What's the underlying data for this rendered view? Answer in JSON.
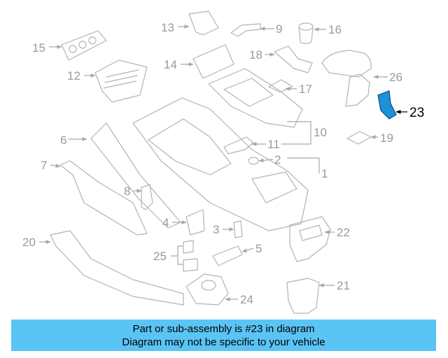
{
  "callouts": {
    "c1": "1",
    "c2": "2",
    "c3": "3",
    "c4": "4",
    "c5": "5",
    "c6": "6",
    "c7": "7",
    "c8": "8",
    "c9": "9",
    "c10": "10",
    "c11": "11",
    "c12": "12",
    "c13": "13",
    "c14": "14",
    "c15": "15",
    "c16": "16",
    "c17": "17",
    "c18": "18",
    "c19": "19",
    "c20": "20",
    "c21": "21",
    "c22": "22",
    "c23": "23",
    "c24": "24",
    "c25": "25",
    "c26": "26"
  },
  "highlight": {
    "part_number": "23",
    "color": "#1e90d6"
  },
  "caption": {
    "line1": "Part or sub-assembly is #23 in diagram",
    "line2": "Diagram may not be specific to your vehicle",
    "background": "#5ac4f5"
  }
}
